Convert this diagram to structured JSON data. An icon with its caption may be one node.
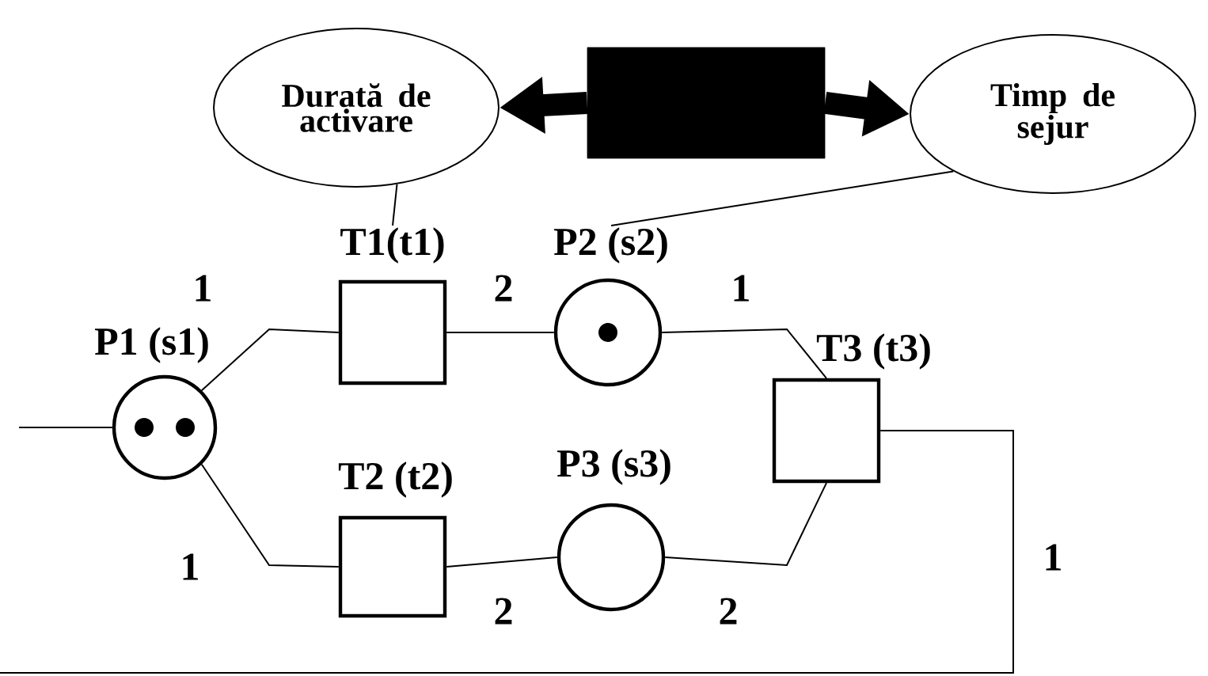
{
  "diagram": {
    "nodes": [
      {
        "text": [
          "Durată de activare"
        ]
      },
      {
        "text": [],
        "shape": "bar"
      },
      {
        "text": [
          "Timp de sejur"
        ]
      },
      {
        "text": [
          "P1 (s1)"
        ]
      },
      {
        "text": [
          "T1(t1)"
        ]
      },
      {
        "text": [
          "P2 (s2)"
        ]
      },
      {
        "text": [
          "T2 (t2)"
        ]
      },
      {
        "text": [
          "P3 (s3)"
        ]
      },
      {
        "text": [
          "T3 (t3)"
        ]
      }
    ],
    "edges": [
      {
        "from": null,
        "to": 3,
        "arrow": "none"
      },
      {
        "from": 3,
        "to": 4,
        "arrow": "none",
        "label": "1"
      },
      {
        "from": 3,
        "to": 6,
        "arrow": "none",
        "label": "1"
      },
      {
        "from": 4,
        "to": 5,
        "arrow": "none",
        "label": "2"
      },
      {
        "from": 6,
        "to": 7,
        "arrow": "none",
        "label": "2"
      },
      {
        "from": 5,
        "to": 8,
        "arrow": "none",
        "label": "1"
      },
      {
        "from": 7,
        "to": 8,
        "arrow": "none",
        "label": "2"
      },
      {
        "from": 8,
        "to": null,
        "arrow": "none",
        "label": "1"
      },
      {
        "from": 1,
        "to": 0,
        "arrow": "to",
        "style": "thick"
      },
      {
        "from": 1,
        "to": 2,
        "arrow": "to",
        "style": "thick"
      },
      {
        "from": 0,
        "to": 4,
        "arrow": "none"
      },
      {
        "from": 2,
        "to": 5,
        "arrow": "none"
      }
    ]
  }
}
